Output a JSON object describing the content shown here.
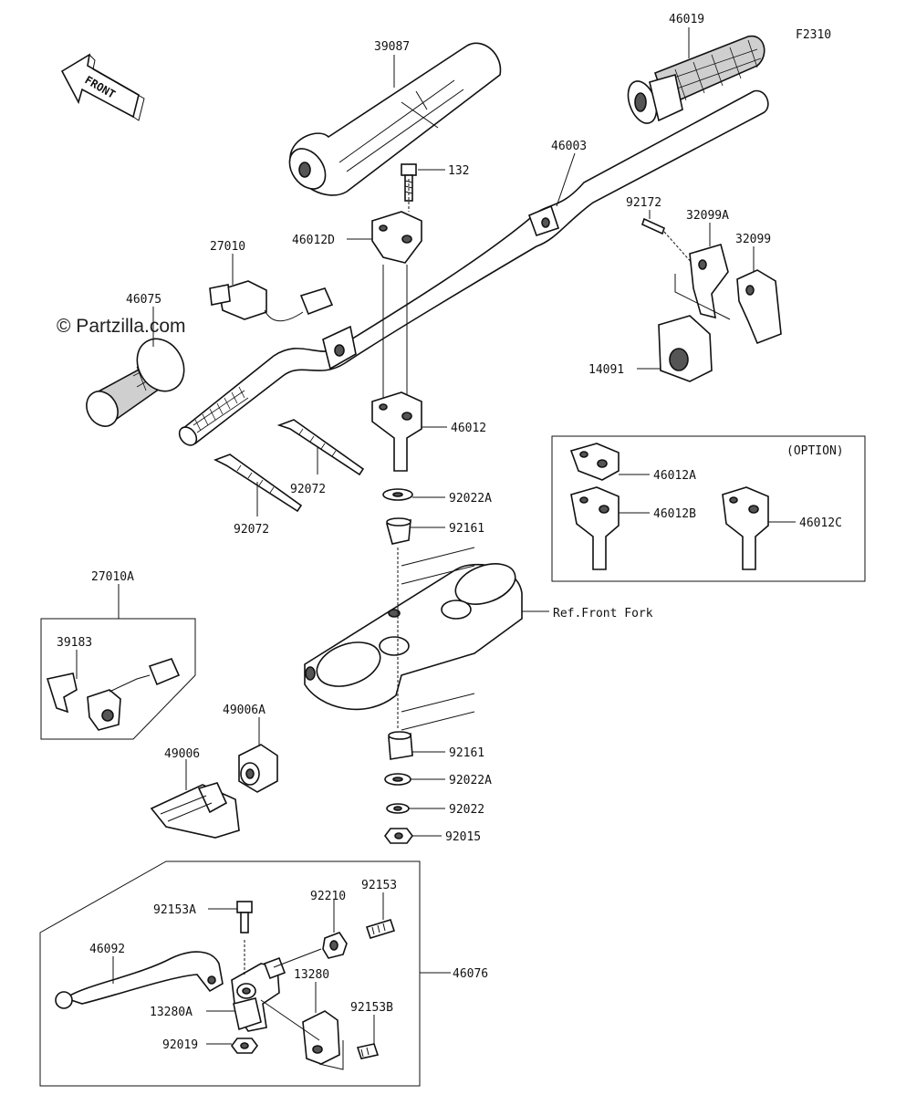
{
  "figure_code": "F2310",
  "watermark": "© Partzilla.com",
  "front_arrow_label": "FRONT",
  "option_box_label": "(OPTION)",
  "ref_label": "Ref.Front Fork",
  "parts": {
    "p46019": "46019",
    "p39087": "39087",
    "p46003": "46003",
    "p132": "132",
    "p46012D": "46012D",
    "p27010": "27010",
    "p46075": "46075",
    "p92172": "92172",
    "p32099A": "32099A",
    "p32099": "32099",
    "p14091": "14091",
    "p46012": "46012",
    "p92072a": "92072",
    "p92072b": "92072",
    "p92022A_top": "92022A",
    "p92161_top": "92161",
    "p46012A": "46012A",
    "p46012B": "46012B",
    "p46012C": "46012C",
    "p27010A": "27010A",
    "p39183": "39183",
    "p49006A": "49006A",
    "p49006": "49006",
    "p92161_bot": "92161",
    "p92022A_bot": "92022A",
    "p92022": "92022",
    "p92015": "92015",
    "p92153": "92153",
    "p92210": "92210",
    "p92153A": "92153A",
    "p46092": "46092",
    "p46076": "46076",
    "p13280": "13280",
    "p13280A": "13280A",
    "p92153B": "92153B",
    "p92019": "92019"
  }
}
